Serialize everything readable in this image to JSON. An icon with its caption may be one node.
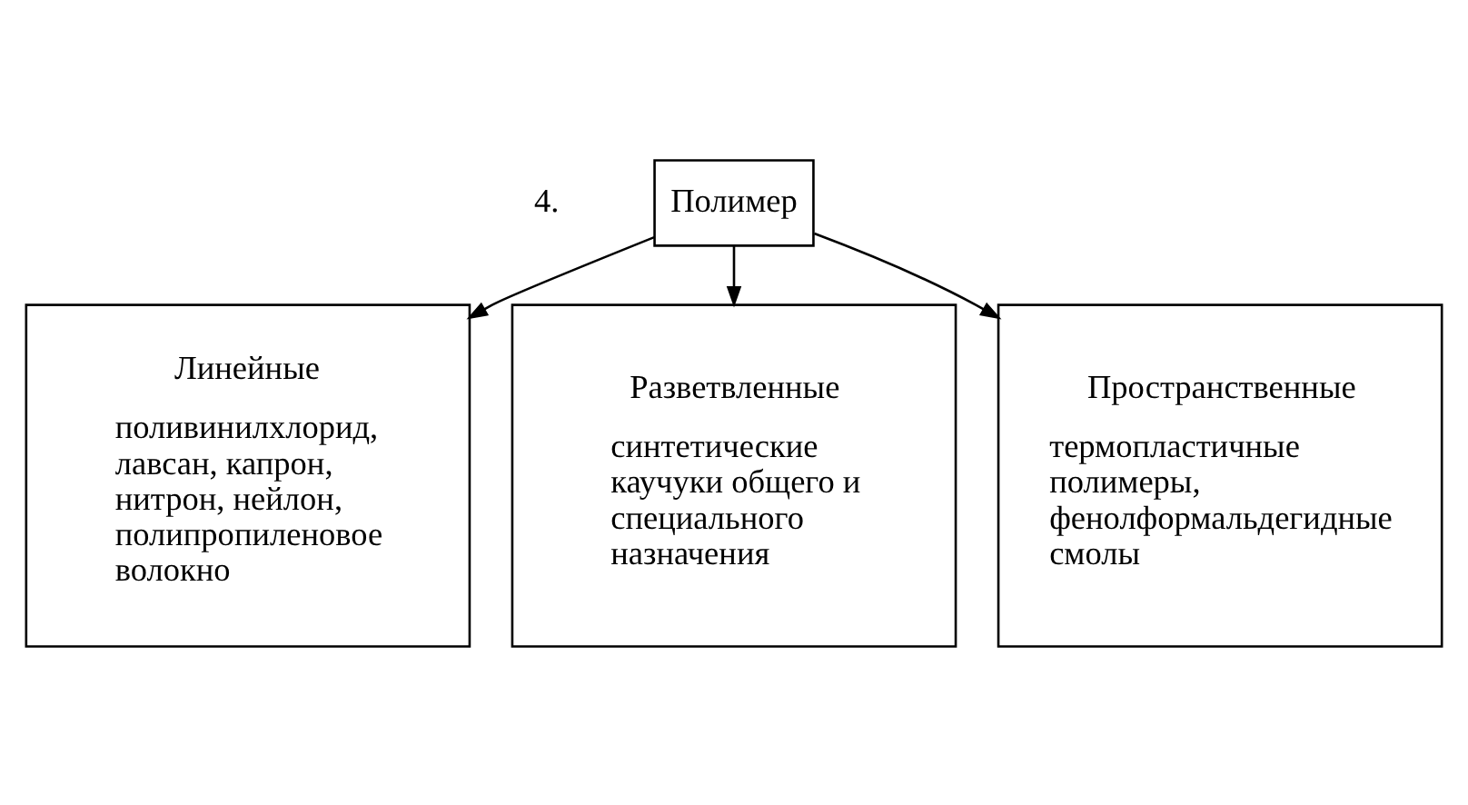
{
  "diagram": {
    "nodes": [
      {
        "text": [
          "Полимер"
        ]
      },
      {
        "text": [
          "Линейные",
          "поливинилхлорид, лавсан, капрон, нитрон, нейлон, полипропиленовое волокно"
        ]
      },
      {
        "text": [
          "Разветвленные",
          "синтетические каучуки общего и специального назначения"
        ]
      },
      {
        "text": [
          "Пространственные",
          "термопластичные полимеры, фенолформальдегидные смолы"
        ]
      }
    ],
    "edges": [
      {
        "from": 0,
        "to": 1,
        "arrow": "to"
      },
      {
        "from": 0,
        "to": 2,
        "arrow": "to"
      },
      {
        "from": 0,
        "to": 3,
        "arrow": "to"
      }
    ],
    "labels": [
      "4."
    ]
  }
}
